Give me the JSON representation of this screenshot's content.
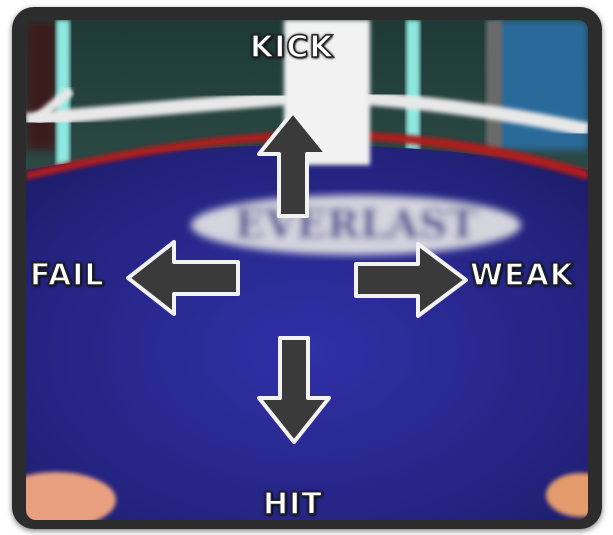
{
  "controls": {
    "up": {
      "label": "KICK",
      "icon": "arrow-up-icon"
    },
    "down": {
      "label": "HIT",
      "icon": "arrow-down-icon"
    },
    "left": {
      "label": "FAIL",
      "icon": "arrow-left-icon"
    },
    "right": {
      "label": "WEAK",
      "icon": "arrow-right-icon"
    }
  },
  "ring": {
    "logo_text": "EVERLAST",
    "mat_color": "#2a2a8c",
    "rope_color": "#e8e8e8",
    "apron_color": "#b01a1a"
  },
  "colors": {
    "arrow_fill": "#3a3a3a",
    "arrow_stroke": "#f2f2f2",
    "frame": "#2c2c2c"
  }
}
